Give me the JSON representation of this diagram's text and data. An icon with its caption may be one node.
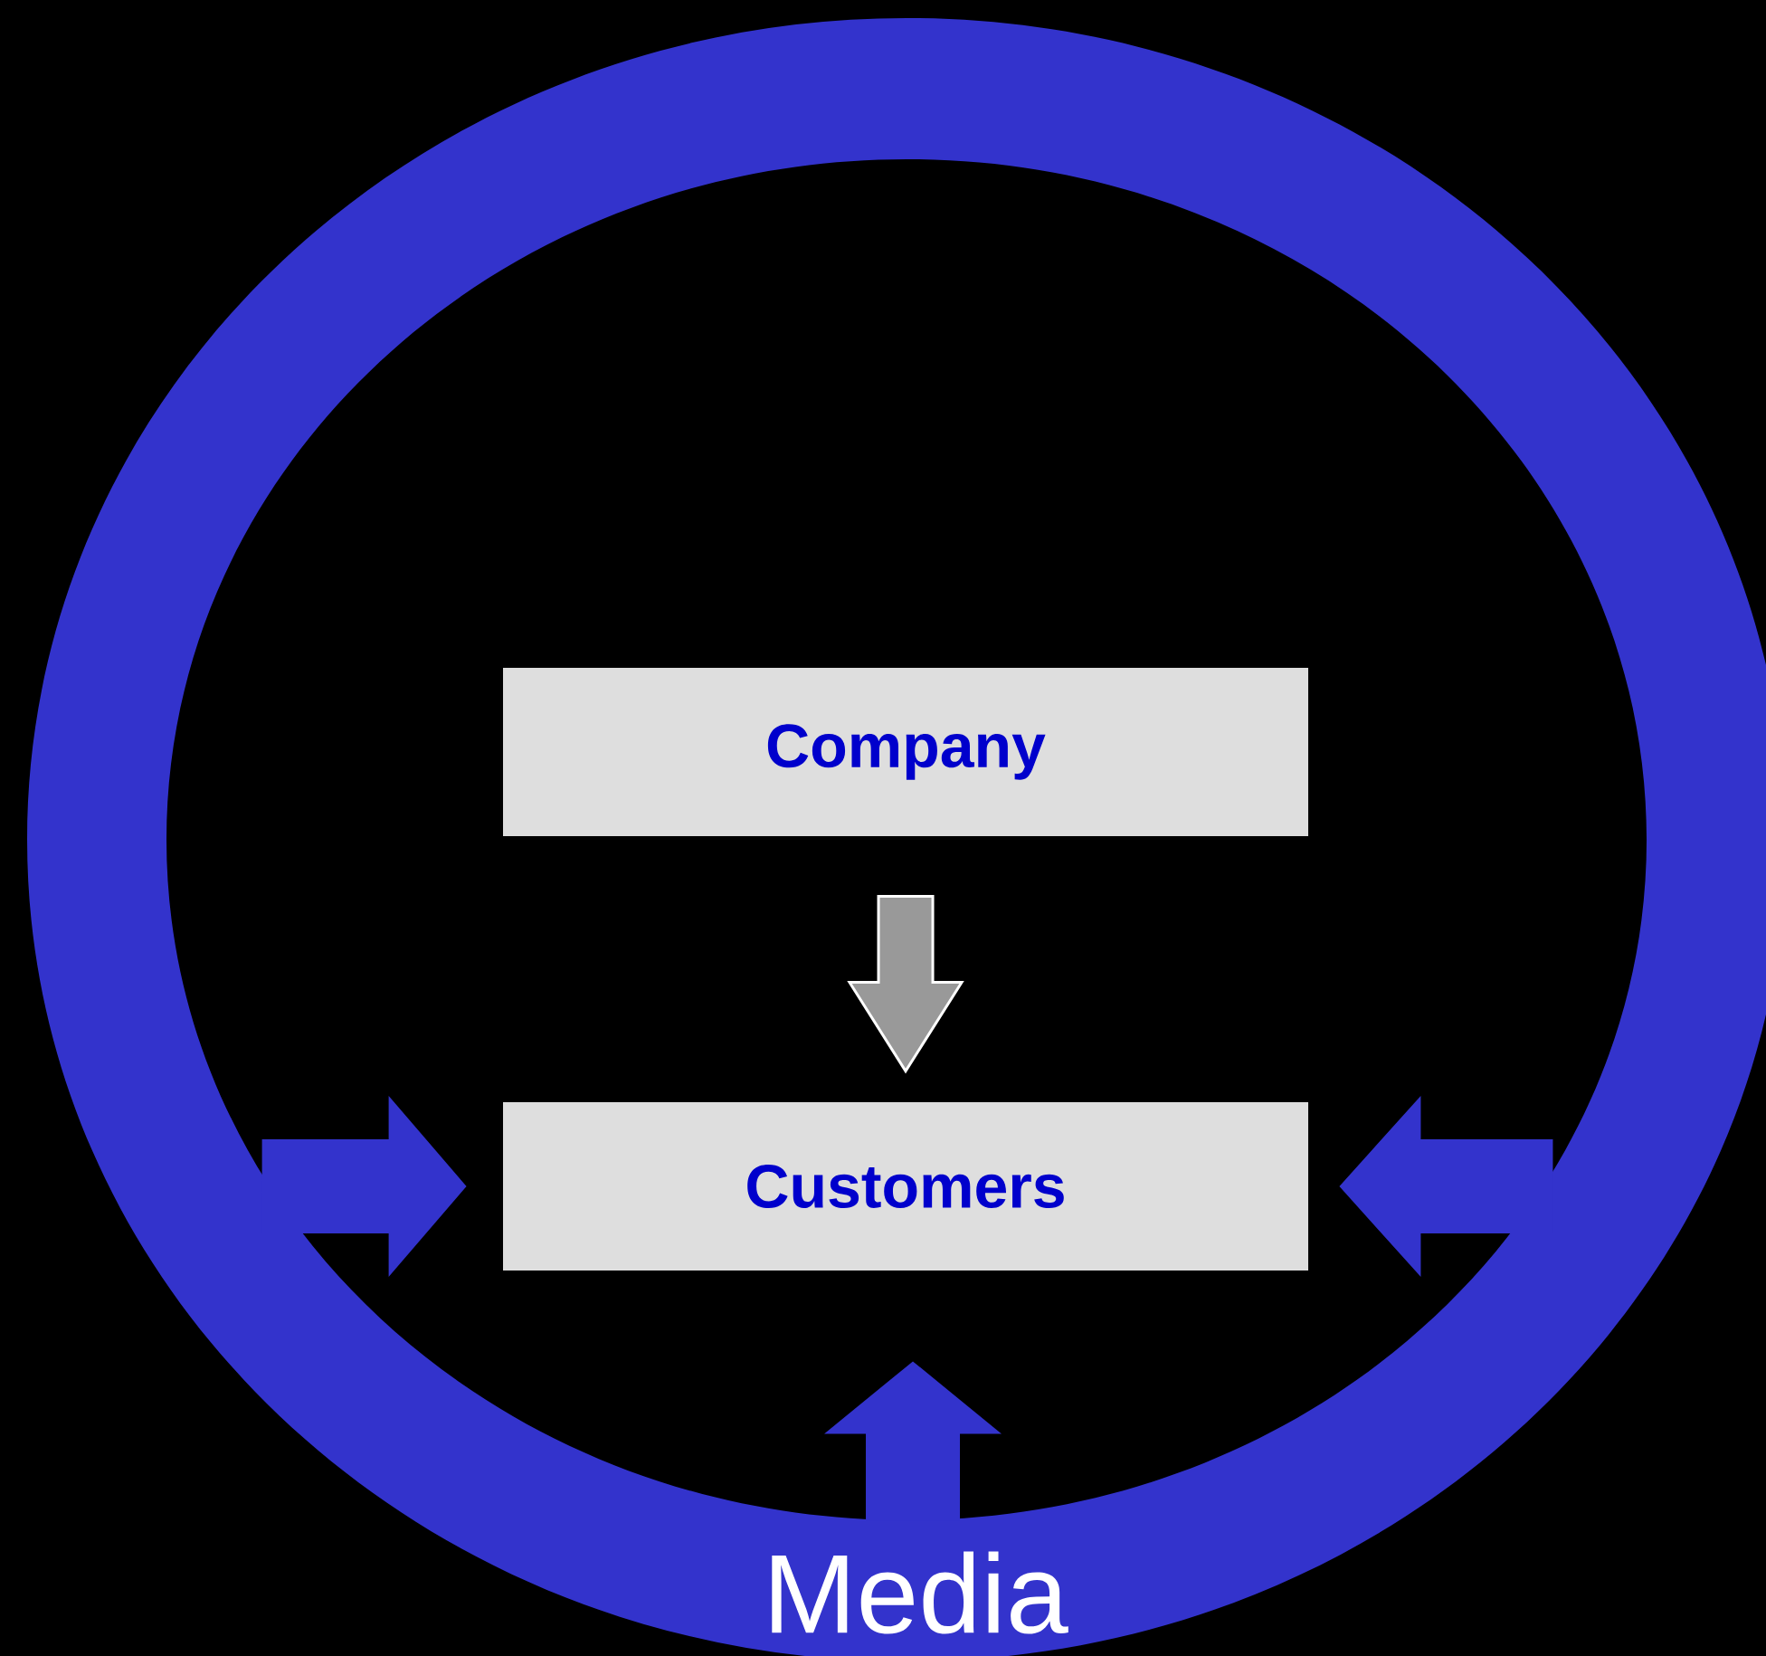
{
  "diagram": {
    "nodes": [
      {
        "text": [
          "Media"
        ]
      },
      {
        "text": [
          "Company"
        ],
        "in": 0
      },
      {
        "text": [
          "Customers"
        ],
        "in": 0
      }
    ],
    "edges": [
      {
        "from": 1,
        "to": 2,
        "arrow": "to",
        "color": "#999999"
      },
      {
        "from": 0,
        "to": 2,
        "arrow": "to"
      },
      {
        "from": 0,
        "to": 2,
        "arrow": "to"
      },
      {
        "from": 0,
        "to": 2,
        "arrow": "to"
      }
    ]
  }
}
